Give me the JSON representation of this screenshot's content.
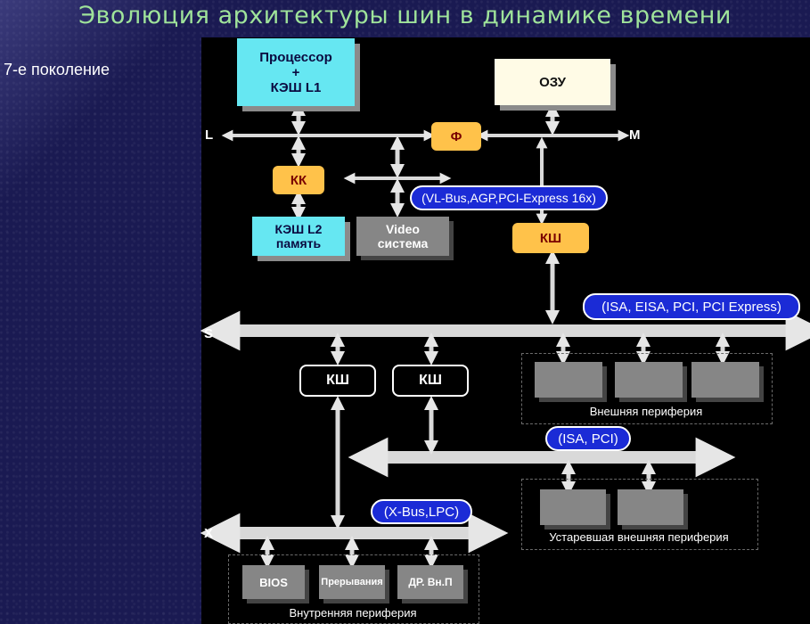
{
  "slide": {
    "title": "Эволюция архитектуры шин в динамике времени",
    "generation": "7-е поколение"
  },
  "diagram": {
    "blocks": {
      "cpu": "Процессор\n+\nКЭШ L1",
      "ram": "ОЗУ",
      "bridge_f": "Ф",
      "cache_ctrl": "КК",
      "l2": "КЭШ L2\nпамять",
      "video": "Video\nсистема",
      "ksh_main": "КШ",
      "ksh_left": "КШ",
      "ksh_right": "КШ",
      "bios": "BIOS",
      "interrupts": "Прерывания",
      "dr": "ДР. Вн.П"
    },
    "bus_labels": {
      "L": "L",
      "M": "M",
      "S": "S",
      "X": "X"
    },
    "bus_standards": {
      "video_bus": "(VL-Bus,AGP,PCI-Express 16x)",
      "system_bus": "(ISA, EISA, PCI, PCI Express)",
      "secondary_bus": "(ISA, PCI)",
      "x_bus": "(X-Bus,LPC)"
    },
    "captions": {
      "external": "Внешняя периферия",
      "legacy": "Устаревшая внешняя периферия",
      "internal": "Внутренняя периферия"
    }
  }
}
